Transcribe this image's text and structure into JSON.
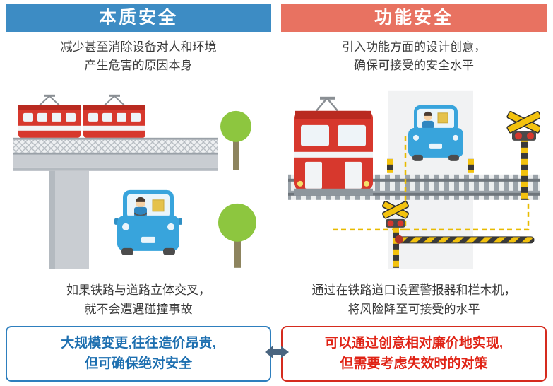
{
  "left": {
    "header": "本质安全",
    "description": "减少甚至消除设备对人和环境\n产生危害的原因本身",
    "caption": "如果铁路与道路立体交叉，\n就不会遭遇碰撞事故",
    "conclusion": "大规模变更,往往造价昂贵,\n但可确保绝对安全",
    "colors": {
      "header": "#3d8cc4",
      "box_border": "#2e7fbe",
      "box_text": "#1d6fb0"
    }
  },
  "right": {
    "header": "功能安全",
    "description": "引入功能方面的设计创意，\n确保可接受的安全水平",
    "caption": "通过在铁路道口设置警报器和栏木机，\n将风险降至可接受的水平",
    "conclusion": "可以通过创意相对廉价地实现,\n但需要考虑失效时的对策",
    "colors": {
      "header": "#e87261",
      "box_border": "#d52b1e",
      "box_text": "#e02315"
    }
  },
  "arrow": {
    "glyph": "double-headed-arrow",
    "color": "#4a6580"
  }
}
